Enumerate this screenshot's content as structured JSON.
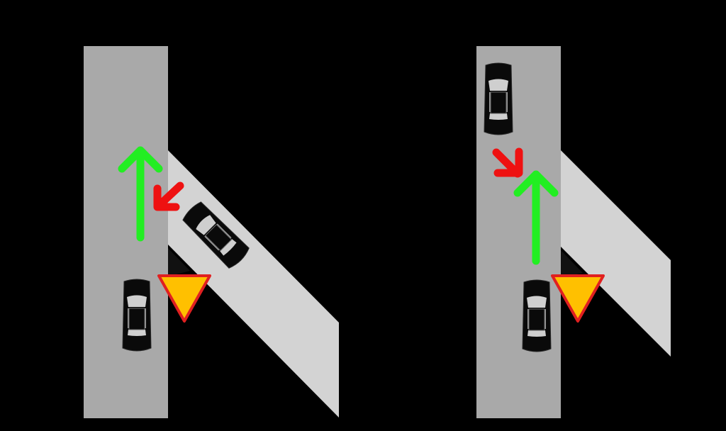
{
  "colors": {
    "background": "#000000",
    "main_road": "#a9a9a9",
    "side_road": "#d3d3d3",
    "car_body": "#0a0a0a",
    "car_glass": "#cfcfcf",
    "arrow_priority": "#22ee22",
    "arrow_yield": "#ee1111",
    "sign_fill": "#ffc000",
    "sign_border": "#e02020"
  },
  "icons": {
    "car": "car-top-view-icon",
    "priority_arrow": "arrow-up-icon",
    "yield_arrow": "arrow-diagonal-icon",
    "yield_sign": "yield-sign-icon"
  },
  "panels": [
    {
      "id": "left",
      "merge_direction": "from-right-lower-lane"
    },
    {
      "id": "right",
      "merge_direction": "from-upper-main-lane"
    }
  ]
}
